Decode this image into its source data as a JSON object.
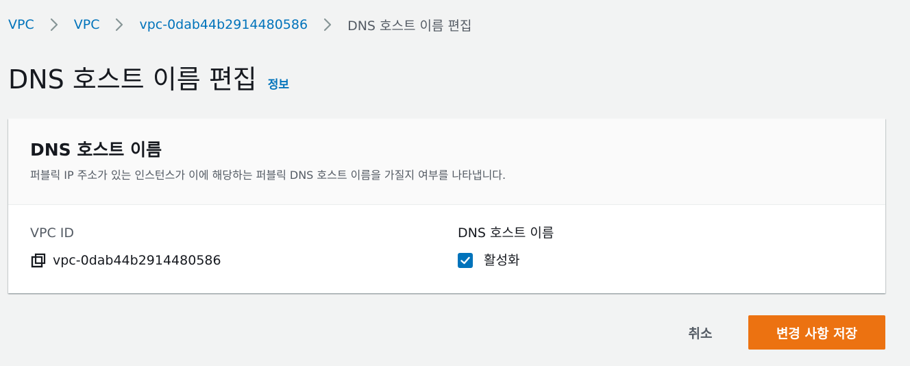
{
  "breadcrumb": {
    "items": [
      {
        "label": "VPC"
      },
      {
        "label": "VPC"
      },
      {
        "label": "vpc-0dab44b2914480586"
      }
    ],
    "current": "DNS 호스트 이름 편집",
    "separator_icon": "chevron-right-icon"
  },
  "header": {
    "title": "DNS 호스트 이름 편집",
    "info_link": "정보"
  },
  "panel": {
    "title": "DNS 호스트 이름",
    "description": "퍼블릭 IP 주소가 있는 인스턴스가 이에 해당하는 퍼블릭 DNS 호스트 이름을 가질지 여부를 나타냅니다.",
    "vpc_id": {
      "label": "VPC ID",
      "value": "vpc-0dab44b2914480586",
      "icon": "copy-icon"
    },
    "dns_hostnames": {
      "label": "DNS 호스트 이름",
      "checkbox_label": "활성화",
      "checked": true,
      "icon": "checkmark-icon"
    }
  },
  "actions": {
    "cancel": "취소",
    "save": "변경 사항 저장"
  },
  "colors": {
    "link": "#0073bb",
    "primary_button": "#ec7211",
    "background": "#f2f3f3",
    "secondary_text": "#545b64"
  }
}
